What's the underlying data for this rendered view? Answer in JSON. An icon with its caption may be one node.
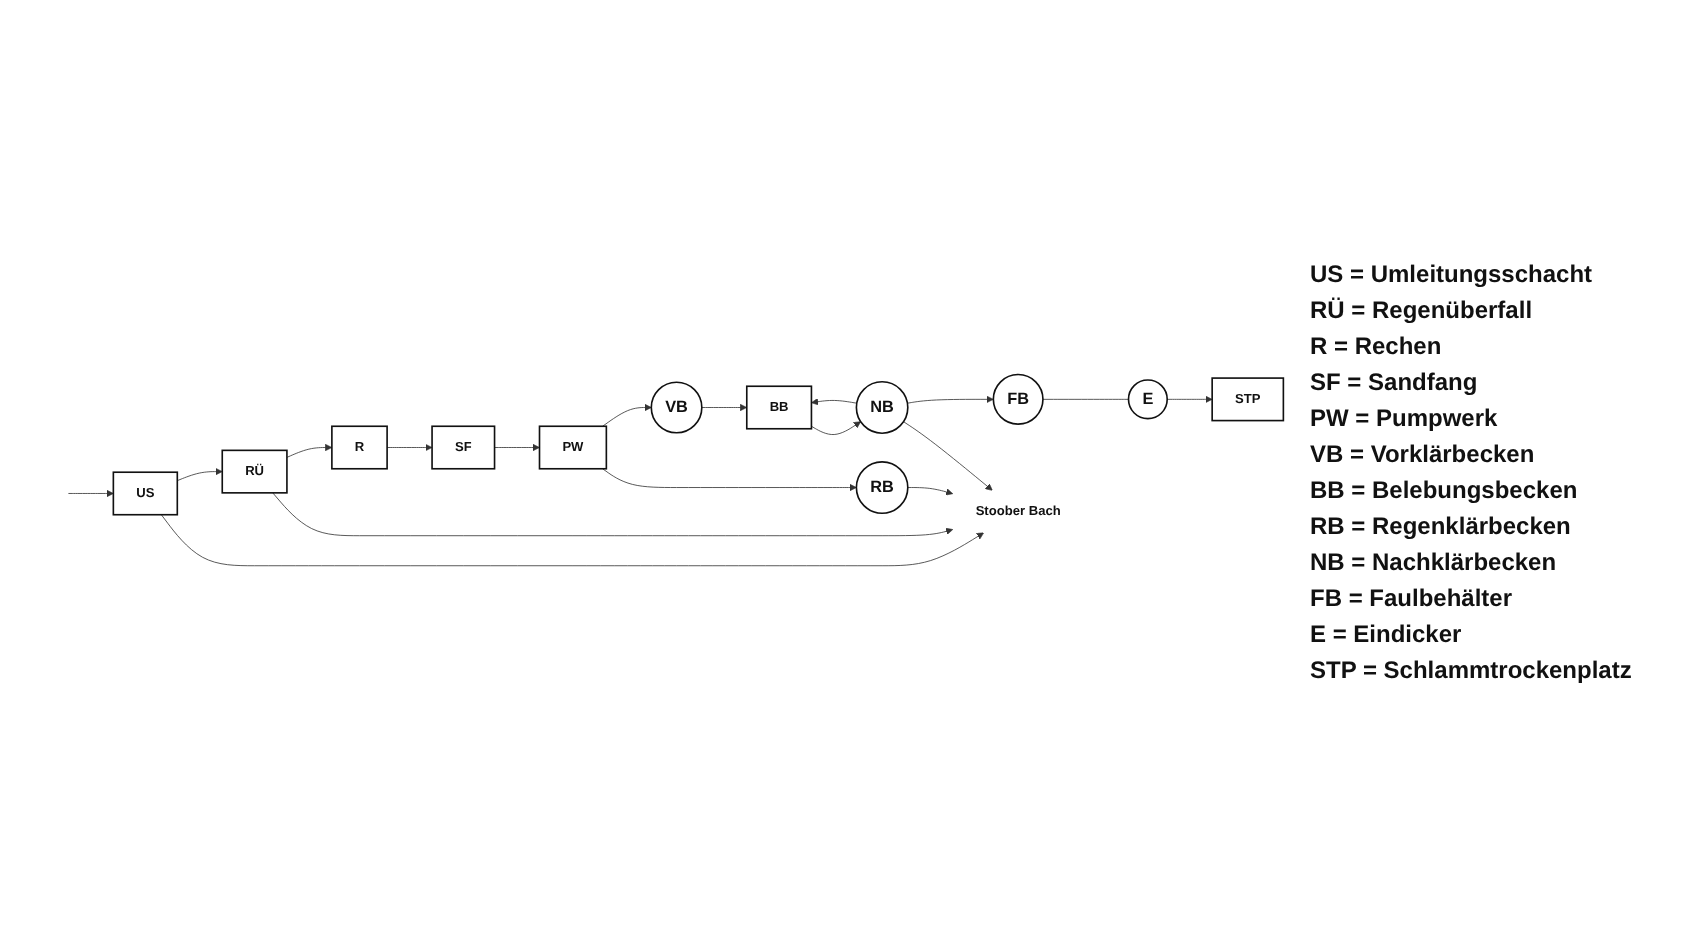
{
  "diagram": {
    "nodes": [
      {
        "text": [
          "US"
        ]
      },
      {
        "text": [
          "RÜ"
        ]
      },
      {
        "text": [
          "R"
        ]
      },
      {
        "text": [
          "SF"
        ]
      },
      {
        "text": [
          "PW"
        ]
      },
      {
        "text": [
          "RB"
        ]
      },
      {
        "text": [
          "VB"
        ]
      },
      {
        "text": [
          "NB"
        ]
      },
      {
        "text": [
          "BB"
        ]
      },
      {
        "text": [
          "FB"
        ]
      },
      {
        "text": [
          "E"
        ]
      },
      {
        "text": [
          "STP"
        ]
      },
      {
        "text": [
          "Stoober Bach"
        ]
      }
    ],
    "edges": [
      {
        "from": null,
        "to": 0,
        "arrow": "to"
      },
      {
        "from": 0,
        "to": 1,
        "arrow": "to"
      },
      {
        "from": 1,
        "to": 2,
        "arrow": "to"
      },
      {
        "from": 2,
        "to": 3,
        "arrow": "to"
      },
      {
        "from": 3,
        "to": 4,
        "arrow": "to"
      },
      {
        "from": 0,
        "to": 12,
        "arrow": "to"
      },
      {
        "from": 1,
        "to": 12,
        "arrow": "to"
      },
      {
        "from": 5,
        "to": 12,
        "arrow": "to"
      },
      {
        "from": 7,
        "to": 12,
        "arrow": "to"
      },
      {
        "from": 4,
        "to": 5,
        "arrow": "to"
      },
      {
        "from": 4,
        "to": 6,
        "arrow": "to"
      },
      {
        "from": 6,
        "to": 8,
        "arrow": "to"
      },
      {
        "from": 8,
        "to": 7,
        "arrow": "to"
      },
      {
        "from": 7,
        "to": 9,
        "arrow": "to"
      },
      {
        "from": 7,
        "to": 8,
        "arrow": "to"
      },
      {
        "from": 9,
        "to": 10,
        "arrow": "none"
      },
      {
        "from": 10,
        "to": 11,
        "arrow": "to"
      }
    ],
    "labels": [
      "US = Umleitungsschacht",
      "RÜ = Regenüberfall",
      "R = Rechen",
      "SF = Sandfang",
      "PW = Pumpwerk",
      "VB = Vorklärbecken",
      "BB = Belebungsbecken",
      "RB = Regenklärbecken",
      "NB = Nachklärbecken",
      "FB = Faulbehälter",
      "E = Eindicker",
      "STP = Schlammtrockenplatz"
    ]
  }
}
